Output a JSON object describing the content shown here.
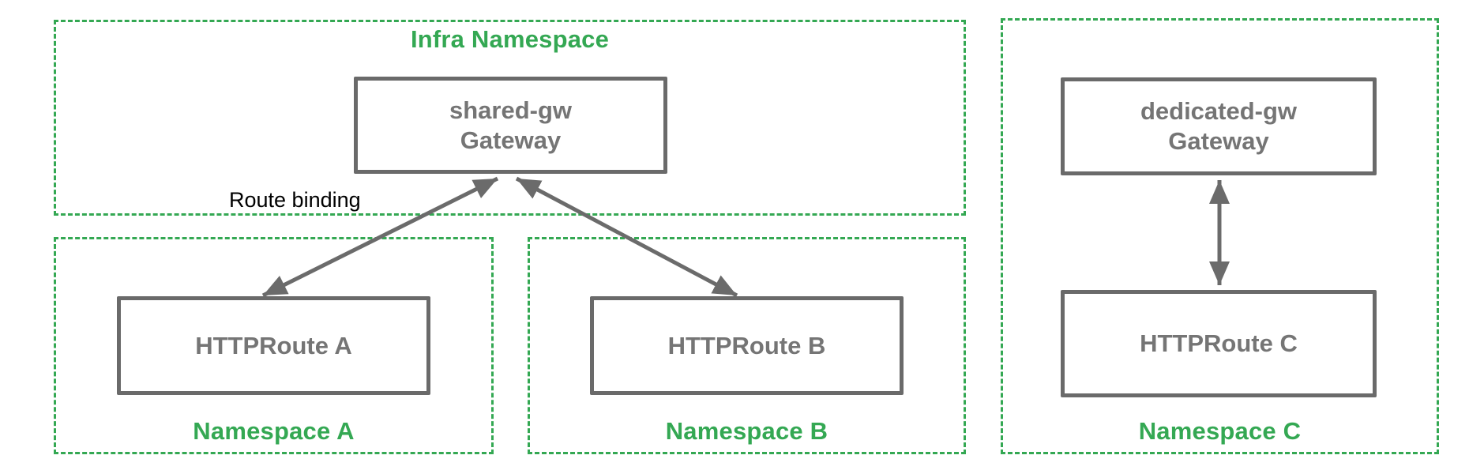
{
  "colors": {
    "namespace_green": "#34a853",
    "node_border_gray": "#6a6a6a",
    "node_text_gray": "#757575",
    "arrow_gray": "#6b6b6b",
    "annotation_black": "#000000",
    "background": "#ffffff"
  },
  "annotation": {
    "route_binding": "Route binding"
  },
  "infra_namespace": {
    "label": "Infra Namespace",
    "gateway_name": "shared-gw",
    "gateway_kind": "Gateway"
  },
  "namespace_a": {
    "label": "Namespace A",
    "route_label": "HTTPRoute A"
  },
  "namespace_b": {
    "label": "Namespace B",
    "route_label": "HTTPRoute B"
  },
  "namespace_c": {
    "label": "Namespace C",
    "gateway_name": "dedicated-gw",
    "gateway_kind": "Gateway",
    "route_label": "HTTPRoute C"
  }
}
